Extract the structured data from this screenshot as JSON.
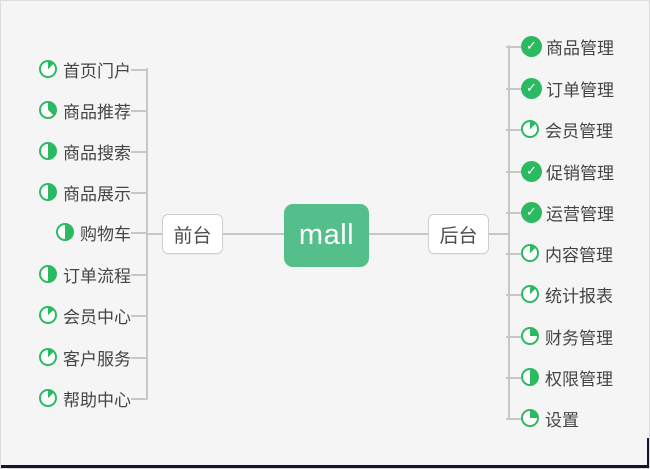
{
  "colors": {
    "bg": "#f5f5f6",
    "node_green": "#55bf8b",
    "icon_green": "#2bb961",
    "line": "#c6c7c9",
    "text": "#454545",
    "box_border": "#cfcfcf",
    "edge_dark": "#141432",
    "white": "#ffffff"
  },
  "icons": {
    "check_glyph": "✓"
  },
  "root": {
    "label": "mall"
  },
  "left_branch": {
    "label": "前台",
    "items": [
      {
        "label": "首页门户",
        "icon": "progress",
        "progress": 0.125
      },
      {
        "label": "商品推荐",
        "icon": "progress",
        "progress": 0.375
      },
      {
        "label": "商品搜索",
        "icon": "progress",
        "progress": 0.5
      },
      {
        "label": "商品展示",
        "icon": "progress",
        "progress": 0.5
      },
      {
        "label": "购物车",
        "icon": "progress",
        "progress": 0.5
      },
      {
        "label": "订单流程",
        "icon": "progress",
        "progress": 0.5
      },
      {
        "label": "会员中心",
        "icon": "progress",
        "progress": 0.125
      },
      {
        "label": "客户服务",
        "icon": "progress",
        "progress": 0.125
      },
      {
        "label": "帮助中心",
        "icon": "progress",
        "progress": 0.125
      }
    ]
  },
  "right_branch": {
    "label": "后台",
    "items": [
      {
        "label": "商品管理",
        "icon": "check"
      },
      {
        "label": "订单管理",
        "icon": "check"
      },
      {
        "label": "会员管理",
        "icon": "progress",
        "progress": 0.125
      },
      {
        "label": "促销管理",
        "icon": "check"
      },
      {
        "label": "运营管理",
        "icon": "check"
      },
      {
        "label": "内容管理",
        "icon": "progress",
        "progress": 0.125
      },
      {
        "label": "统计报表",
        "icon": "progress",
        "progress": 0.125
      },
      {
        "label": "财务管理",
        "icon": "progress",
        "progress": 0.25
      },
      {
        "label": "权限管理",
        "icon": "progress",
        "progress": 0.5
      },
      {
        "label": "设置",
        "icon": "progress",
        "progress": 0.25
      }
    ]
  }
}
